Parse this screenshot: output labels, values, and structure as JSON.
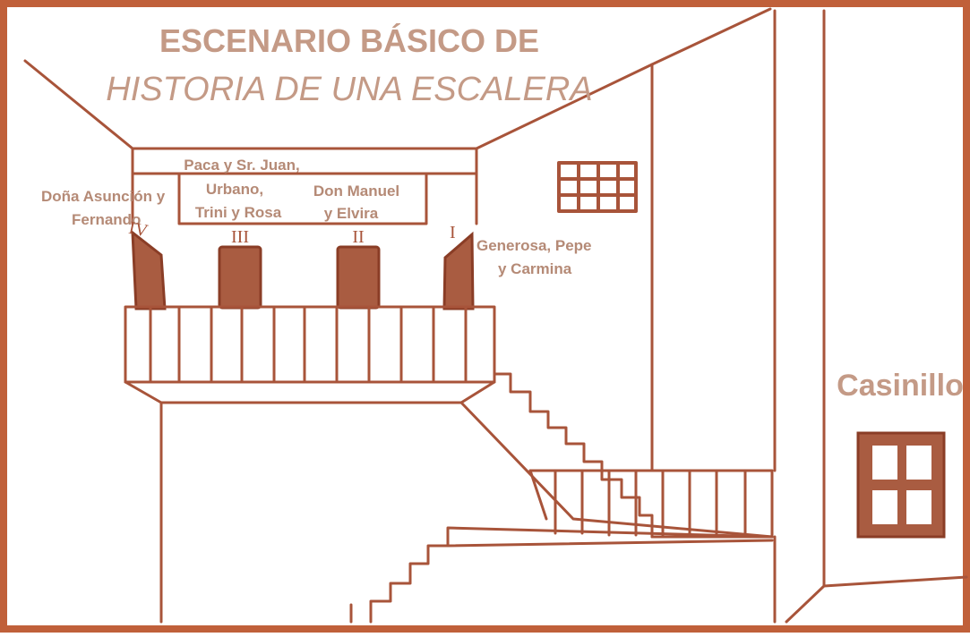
{
  "title_line1": "ESCENARIO BÁSICO DE",
  "title_line2": "HISTORIA DE UNA ESCALERA",
  "labels": {
    "iv": "Doña Asunción y Fernando",
    "iv_line1": "Doña Asunción y",
    "iv_line2": "Fernando",
    "iii_top_line1": "Paca y Sr. Juan,",
    "iii_top_line2": "Urbano,",
    "iii_top_line3": "Trini y Rosa",
    "ii_line1": "Don Manuel",
    "ii_line2": "y Elvira",
    "i_line1": "Generosa, Pepe",
    "i_line2": "y Carmina",
    "casinillo": "Casinillo"
  },
  "door_numbers": {
    "iv": "IV",
    "iii": "III",
    "ii": "II",
    "i": "I"
  },
  "colors": {
    "frame": "#c0603a",
    "line": "#a8543a",
    "door_fill": "#a95c41",
    "text": "#b58a76"
  }
}
